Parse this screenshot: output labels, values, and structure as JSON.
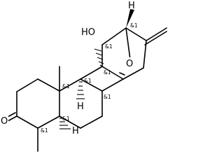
{
  "molecule": {
    "atom_labels": {
      "hydroxyl": "HO",
      "ether_oxygen": "O",
      "ketone_oxygen": "O",
      "bridgehead_h_top": "H",
      "junction_h_center": "H",
      "junction_h_lower": "H"
    },
    "stereo_labels": [
      {
        "id": "c-oh",
        "text": "&1"
      },
      {
        "id": "c-bridge-top",
        "text": "&1"
      },
      {
        "id": "c-10-upper",
        "text": "&1"
      },
      {
        "id": "c-9",
        "text": "&1"
      },
      {
        "id": "c-8",
        "text": "&1"
      },
      {
        "id": "c-10",
        "text": "&1"
      },
      {
        "id": "c-5",
        "text": "&1"
      },
      {
        "id": "c-4",
        "text": "&1"
      }
    ]
  }
}
